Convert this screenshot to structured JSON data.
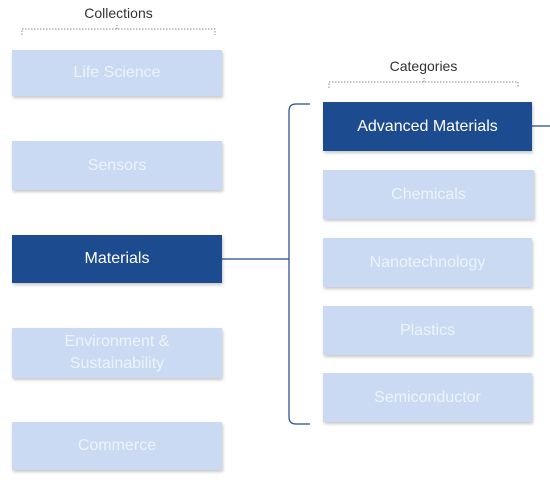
{
  "collections": {
    "heading": "Collections",
    "items": [
      {
        "label": "Life Science",
        "state": "inactive"
      },
      {
        "label": "Sensors",
        "state": "inactive"
      },
      {
        "label": "Materials",
        "state": "active"
      },
      {
        "label": "Environment & Sustainability",
        "state": "inactive"
      },
      {
        "label": "Commerce",
        "state": "inactive"
      }
    ]
  },
  "categories": {
    "heading": "Categories",
    "items": [
      {
        "label": "Advanced Materials",
        "state": "active"
      },
      {
        "label": "Chemicals",
        "state": "inactive"
      },
      {
        "label": "Nanotechnology",
        "state": "inactive"
      },
      {
        "label": "Plastics",
        "state": "inactive"
      },
      {
        "label": "Semiconductor",
        "state": "inactive"
      }
    ]
  },
  "colors": {
    "active_fill": "#1d4b8f",
    "inactive_fill": "#c9daf2",
    "connector": "#1d4b8f"
  }
}
